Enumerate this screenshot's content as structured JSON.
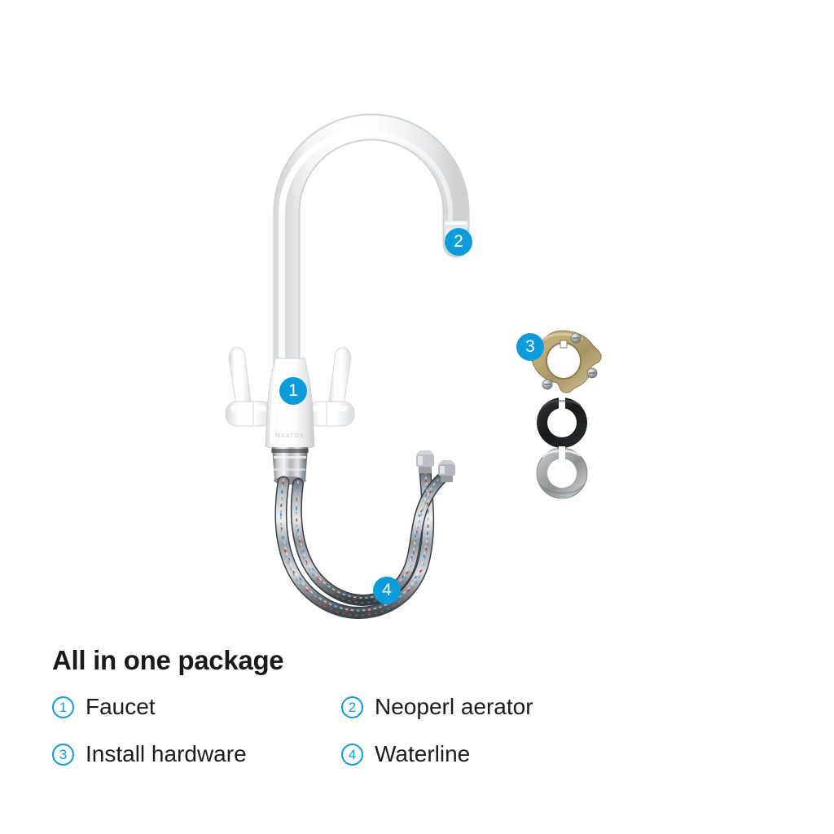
{
  "background_color": "#ffffff",
  "accent_color": "#0c9bdb",
  "scene": {
    "name": "kitchen-faucet-package-contents",
    "parts": [
      {
        "id": "faucet",
        "label": "white two-handle gooseneck kitchen faucet"
      },
      {
        "id": "aerator",
        "label": "Neoperl aerator spout tip"
      },
      {
        "id": "brass-bracket",
        "label": "brass install bracket with screws"
      },
      {
        "id": "rubber-gasket",
        "label": "black rubber gasket ring"
      },
      {
        "id": "steel-washer",
        "label": "stainless steel washer ring"
      },
      {
        "id": "waterline",
        "label": "braided stainless steel waterline hoses"
      }
    ],
    "faucet_body_text": "MAATOK"
  },
  "callouts": [
    {
      "number": "1",
      "target": "faucet"
    },
    {
      "number": "2",
      "target": "aerator"
    },
    {
      "number": "3",
      "target": "install-hardware"
    },
    {
      "number": "4",
      "target": "waterline"
    }
  ],
  "legend": {
    "title": "All in one package",
    "items": [
      {
        "number": "1",
        "label": "Faucet"
      },
      {
        "number": "2",
        "label": "Neoperl aerator"
      },
      {
        "number": "3",
        "label": "Install hardware"
      },
      {
        "number": "4",
        "label": "Waterline"
      }
    ]
  }
}
